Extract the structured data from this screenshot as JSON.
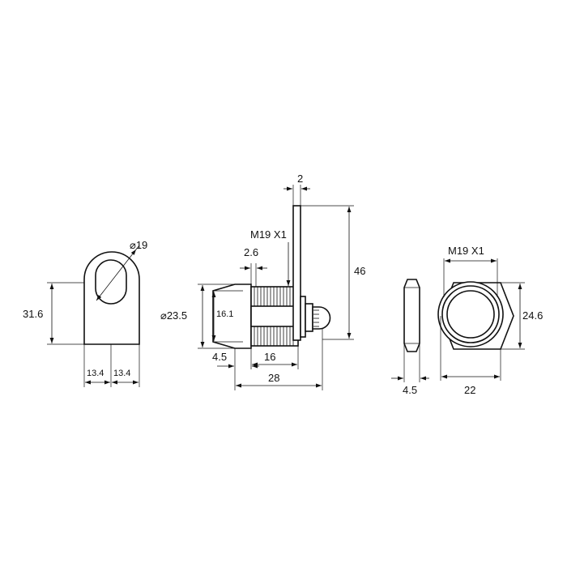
{
  "views": {
    "side": {
      "width_left": "13.4",
      "width_right": "13.4",
      "height": "31.6",
      "slot_diameter": "⌀19"
    },
    "front": {
      "flange_diameter": "⌀23.5",
      "body_diameter": "16.1",
      "flange_thickness": "2.6",
      "thread": "M19 X1",
      "cam_thickness": "2",
      "cam_length": "46",
      "flange_depth": "4.5",
      "thread_length": "16",
      "overall_length": "28"
    },
    "nut_side": {
      "thickness": "4.5"
    },
    "nut_front": {
      "thread": "M19 X1",
      "across_flats": "22",
      "across_corners": "24.6"
    }
  }
}
